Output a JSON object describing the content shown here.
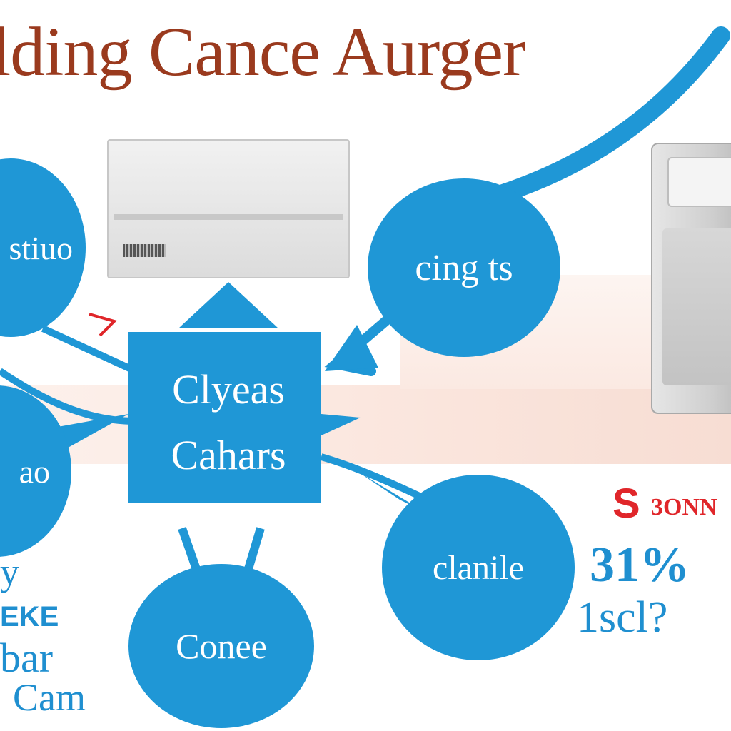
{
  "title": "lding Cance Aurger",
  "hub": {
    "line1": "Clyeas",
    "line2": "Cahars"
  },
  "nodes": {
    "left_top": "stiuo",
    "right_top": "cing ts",
    "left_mid": "ao",
    "bottom_center": "Conee",
    "bottom_right": "clanile"
  },
  "side_left": {
    "line1": "y",
    "line2": "EKE",
    "line3": "bar",
    "line4": "Cam"
  },
  "side_right": {
    "line1": "S",
    "line2": "3ONN",
    "line3": "31%",
    "line4": "1scl?"
  },
  "colors": {
    "node": "#1f97d6",
    "title": "#9a3a1e",
    "accent": "#e0262a"
  },
  "icons": [
    "air-conditioner-icon",
    "dehumidifier-icon"
  ]
}
